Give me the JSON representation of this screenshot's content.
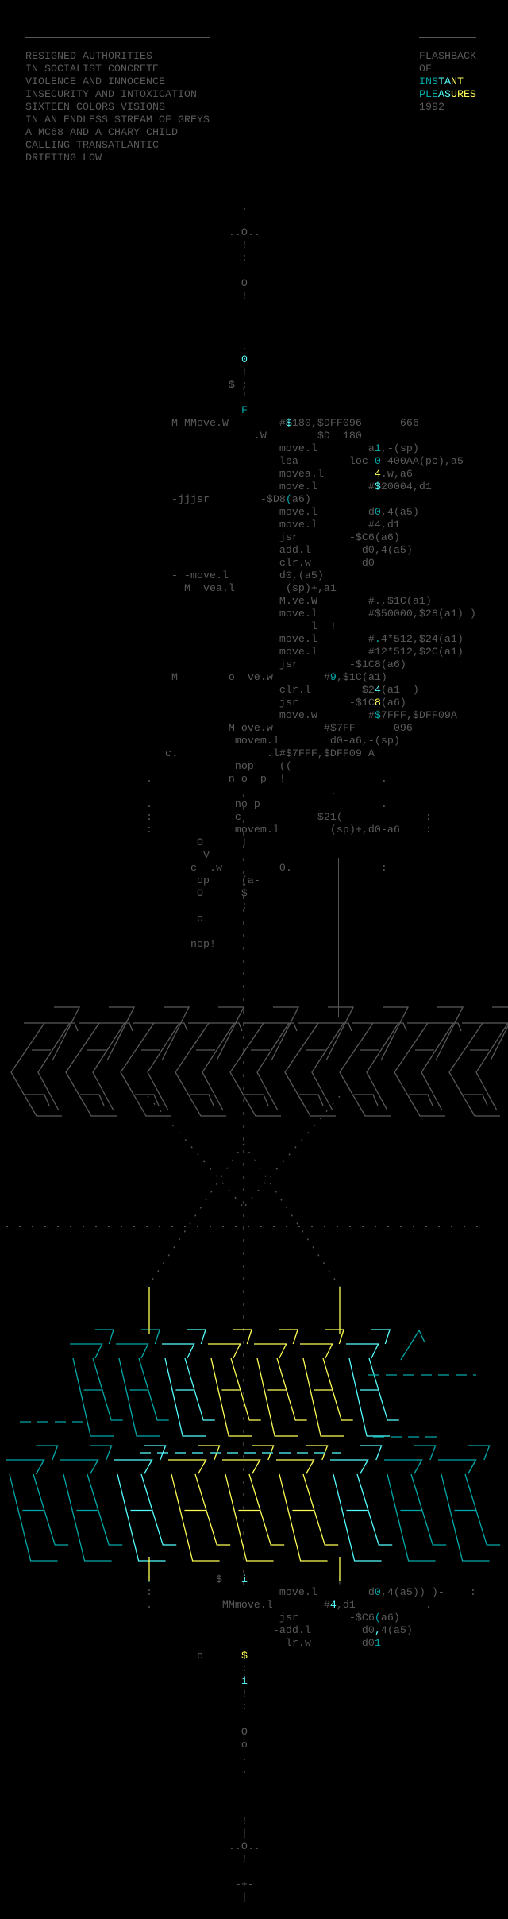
{
  "header": {
    "poem": [
      "RESIGNED AUTHORITIES",
      "IN SOCIALIST CONCRETE",
      "VIOLENCE AND INNOCENCE",
      "INSECURITY AND INTOXICATION",
      "SIXTEEN COLORS VISIONS",
      "IN AN ENDLESS STREAM OF GREYS",
      "A MC68 AND A CHARY CHILD",
      "CALLING TRANSATLANTIC",
      "DRIFTING LOW"
    ],
    "credit": [
      [
        [
          "FLASHBACK",
          "g"
        ]
      ],
      [
        [
          "OF",
          "g"
        ]
      ],
      [
        [
          "INS",
          "c"
        ],
        [
          "TA",
          "C"
        ],
        [
          "NT",
          "y"
        ]
      ],
      [
        [
          "PLE",
          "c"
        ],
        [
          "AS",
          "C"
        ],
        [
          "URES",
          "y"
        ]
      ],
      [
        [
          "1992",
          "g"
        ]
      ]
    ]
  },
  "colors": {
    "grey": "#5a5a5a",
    "cyan": "#00aaaa",
    "bright_cyan": "#55ffff",
    "yellow": "#ffff55",
    "background": "#000000"
  },
  "art": {
    "top": [
      [
        [
          "                                      .",
          "g"
        ]
      ],
      [],
      [
        [
          "                                    ..O..",
          "g"
        ]
      ],
      [
        [
          "                                      !",
          "g"
        ]
      ],
      [
        [
          "                                      :",
          "g"
        ]
      ],
      [],
      [
        [
          "                                      O",
          "g"
        ]
      ],
      [
        [
          "                                      !",
          "g"
        ]
      ],
      [],
      [],
      [],
      [
        [
          "                                      .",
          "g"
        ]
      ],
      [
        [
          "                                      ",
          "g"
        ],
        [
          "0",
          "C"
        ]
      ],
      [
        [
          "                                      !",
          "g"
        ]
      ],
      [
        [
          "                                    $ ;",
          "g"
        ]
      ],
      [
        [
          "                                      '",
          "g"
        ]
      ],
      [
        [
          "                                      ",
          "g"
        ],
        [
          "F",
          "c"
        ]
      ],
      [
        [
          "                         - M MMove.W        #",
          "g"
        ],
        [
          "$",
          "C"
        ],
        [
          "180,$DFF096      666 -",
          "g"
        ]
      ],
      [
        [
          "                                        .W        $D  180",
          "g"
        ]
      ],
      [
        [
          "                                            move.l        a",
          "g"
        ],
        [
          "1",
          "c"
        ],
        [
          ",-(sp)",
          "g"
        ]
      ],
      [
        [
          "                                            lea        loc_",
          "g"
        ],
        [
          "0",
          "c"
        ],
        [
          "_400AA(pc),a5",
          "g"
        ]
      ],
      [
        [
          "                                            movea.l        ",
          "g"
        ],
        [
          "4",
          "y"
        ],
        [
          ".w,a6",
          "g"
        ]
      ],
      [
        [
          "                                            move.l        #",
          "g"
        ],
        [
          "$",
          "C"
        ],
        [
          "20004,d1",
          "g"
        ]
      ],
      [
        [
          "                           -jjjsr        -$D8",
          "g"
        ],
        [
          "(",
          "c"
        ],
        [
          "a6)",
          "g"
        ]
      ],
      [
        [
          "                                            move.l        d",
          "g"
        ],
        [
          "0",
          "c"
        ],
        [
          ",4(a5)",
          "g"
        ]
      ],
      [
        [
          "                                            move.l        #4,d1",
          "g"
        ]
      ],
      [
        [
          "                                            jsr        -$C6(a6)",
          "g"
        ]
      ],
      [
        [
          "                                            add.l        d0,4(a5)",
          "g"
        ]
      ],
      [
        [
          "                                            clr.w        d0",
          "g"
        ]
      ],
      [
        [
          "                           - -move.l        d0,(a5)",
          "g"
        ]
      ],
      [
        [
          "                             M  vea.l        (sp)+,a1",
          "g"
        ]
      ],
      [
        [
          "                                            M.ve.W        #.,$1C(a1)",
          "g"
        ]
      ],
      [
        [
          "                                            move.l        #$50000,$28(a1) )",
          "g"
        ]
      ],
      [
        [
          "                                                 l  !",
          "g"
        ]
      ],
      [
        [
          "                                            move.l        #",
          "g"
        ],
        [
          ".",
          "c"
        ],
        [
          "4*512,$24(a1)",
          "g"
        ]
      ],
      [
        [
          "                                            move.l        #12*512,$2C(a1)",
          "g"
        ]
      ],
      [
        [
          "                                            jsr        -$1C8(a6)",
          "g"
        ]
      ],
      [
        [
          "                           M        o  ve.w        #",
          "g"
        ],
        [
          "9",
          "c"
        ],
        [
          ",$1C(a1)",
          "g"
        ]
      ],
      [
        [
          "                                            clr.l        $2",
          "g"
        ],
        [
          "4",
          "C"
        ],
        [
          "(a1  )",
          "g"
        ]
      ],
      [
        [
          "                                            jsr        -$1C",
          "g"
        ],
        [
          "8",
          "y"
        ],
        [
          "(a6)",
          "g"
        ]
      ],
      [
        [
          "                                            move.w        #",
          "g"
        ],
        [
          "$",
          "c"
        ],
        [
          "7FFF,$DFF09A",
          "g"
        ]
      ],
      [
        [
          "                                    M ove.w        #$7FF     -096-- -",
          "g"
        ]
      ],
      [
        [
          "                                     movem.l        d0-a6,-(sp)",
          "g"
        ]
      ],
      [
        [
          "                          c.              .l#$7FFF,$DFF09 A",
          "g"
        ]
      ],
      [
        [
          "                                     nop    ((",
          "g"
        ]
      ],
      [
        [
          "                       .            n o  p  !               .",
          "g"
        ]
      ],
      [
        [
          "                                                    .",
          "g"
        ]
      ],
      [
        [
          "                       .             no p                   .",
          "g"
        ]
      ],
      [
        [
          "                       :             c            $21(             :",
          "g"
        ]
      ],
      [
        [
          "                       :             movem.l        (sp)+,d0-a6    :",
          "g"
        ]
      ],
      [
        [
          "                               O      !",
          "g"
        ]
      ],
      [
        [
          "                                V",
          "g"
        ]
      ],
      [
        [
          "                              c  .w         0.              :",
          "g"
        ]
      ],
      [
        [
          "                               op     (a-",
          "g"
        ]
      ],
      [
        [
          "                               O      $",
          "g"
        ]
      ],
      [
        [
          "                                      :",
          "g"
        ]
      ],
      [
        [
          "                               o",
          "g"
        ]
      ],
      [],
      [
        [
          "                              nop!",
          "g"
        ]
      ]
    ],
    "bottom": [
      [
        [
          "                       ",
          "g"
        ],
        [
          "!",
          "c"
        ],
        [
          "          $   ",
          "g"
        ],
        [
          "i",
          "C"
        ],
        [
          "              |",
          "g"
        ]
      ],
      [
        [
          "                       :                    move.l        d",
          "g"
        ],
        [
          "0",
          "c"
        ],
        [
          ",4(a5)) )-    :",
          "g"
        ]
      ],
      [
        [
          "                       .           MMmove.l        #",
          "g"
        ],
        [
          "4",
          "C"
        ],
        [
          ",d1           .",
          "g"
        ]
      ],
      [
        [
          "                                            jsr        -$C6",
          "g"
        ],
        [
          "(",
          "c"
        ],
        [
          "a6)",
          "g"
        ]
      ],
      [
        [
          "                                           -add.l        d0",
          "g"
        ],
        [
          ",",
          "C"
        ],
        [
          "4(a5)",
          "g"
        ]
      ],
      [
        [
          "                                             lr.w        d0",
          "g"
        ],
        [
          "1",
          "c"
        ]
      ],
      [
        [
          "                               c      ",
          "g"
        ],
        [
          "$",
          "y"
        ]
      ],
      [
        [
          "                                      :",
          "g"
        ]
      ],
      [
        [
          "                                      ",
          "g"
        ],
        [
          "i",
          "C"
        ]
      ],
      [
        [
          "                                      !",
          "g"
        ]
      ],
      [
        [
          "                                      :",
          "g"
        ]
      ],
      [],
      [
        [
          "                                      O",
          "g"
        ]
      ],
      [
        [
          "                                      o",
          "g"
        ]
      ],
      [
        [
          "                                      .",
          "g"
        ]
      ],
      [
        [
          "                                      .",
          "g"
        ]
      ],
      [],
      [],
      [],
      [
        [
          "                                      !",
          "g"
        ]
      ],
      [
        [
          "                                      |",
          "g"
        ]
      ],
      [
        [
          "                                    ..O..",
          "g"
        ]
      ],
      [
        [
          "                                      !",
          "g"
        ]
      ],
      [],
      [
        [
          "                                     -+-",
          "g"
        ]
      ],
      [
        [
          "                                      |",
          "g"
        ]
      ]
    ]
  }
}
